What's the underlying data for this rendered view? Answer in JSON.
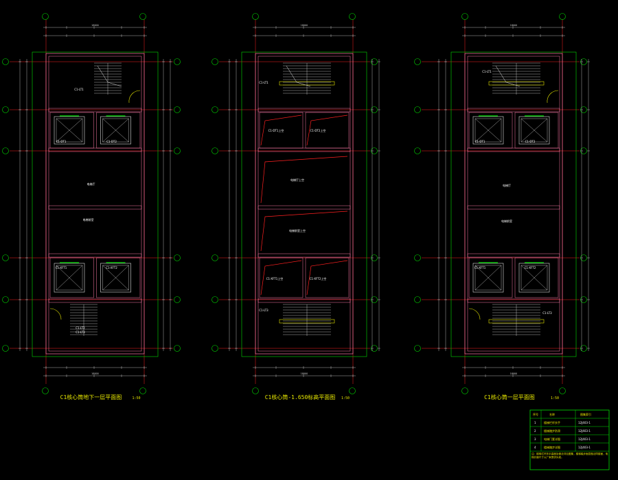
{
  "plans": [
    {
      "title": "C1核心筒地下一层平面图",
      "scale": "1:50",
      "overall_dimension": "18000",
      "room_labels": [
        "C1-LT1",
        "C1-LT2",
        "C1-DT1",
        "C1-DT2",
        "C1-XFT1",
        "C1-XFT2",
        "C1-LT3",
        "电梯厅",
        "电梯前室"
      ]
    },
    {
      "title": "C1核心筒-1.650标高平面图",
      "scale": "1:50",
      "overall_dimension": "18000",
      "room_labels": [
        "C1-LT1",
        "C1-DT1上空",
        "C1-DT2上空",
        "电梯厅上空",
        "电梯前室上空",
        "C1-XFT1上空",
        "C1-XFT2上空",
        "C1-LT3"
      ]
    },
    {
      "title": "C1核心筒一层平面图",
      "scale": "1:50",
      "overall_dimension": "18000",
      "room_labels": [
        "C1-LT1",
        "C1-DT1",
        "C1-DT2",
        "电梯厅",
        "电梯前室",
        "C1-XFT1",
        "C1-XFT2",
        "C1-LT3"
      ]
    }
  ],
  "legend_table": {
    "headers": [
      "序号",
      "名称",
      "图集索引"
    ],
    "rows": [
      [
        "1",
        "楼梯栏杆扶手",
        "12J403-1"
      ],
      [
        "2",
        "楼梯踏步防滑",
        "12J403-1"
      ],
      [
        "3",
        "电梯门套详图",
        "12J403-1"
      ],
      [
        "4",
        "楼梯踏步详图",
        "12J403-1"
      ]
    ],
    "note": "注：楼梯栏杆扶手高度及做法详见图集，楼梯踏步面层做法同楼面，电梯井道尺寸以厂家提供为准。"
  }
}
